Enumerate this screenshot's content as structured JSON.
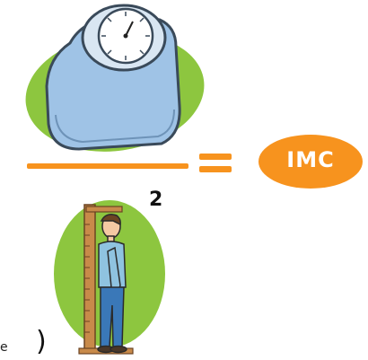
{
  "formula": {
    "exponent": "2",
    "equals": "=",
    "result": "IMC",
    "fragment_letter": "e",
    "closing_paren": ")"
  },
  "colors": {
    "green_blob": "#8dc63f",
    "orange": "#f7931e",
    "scale_body": "#9fc3e6",
    "scale_outline": "#3a4a5a",
    "shirt": "#8fc3e0",
    "jeans": "#3a78b8",
    "ruler": "#c88a4a"
  },
  "icons": {
    "scale": "bathroom-scale-icon",
    "person": "person-measuring-height-icon"
  }
}
